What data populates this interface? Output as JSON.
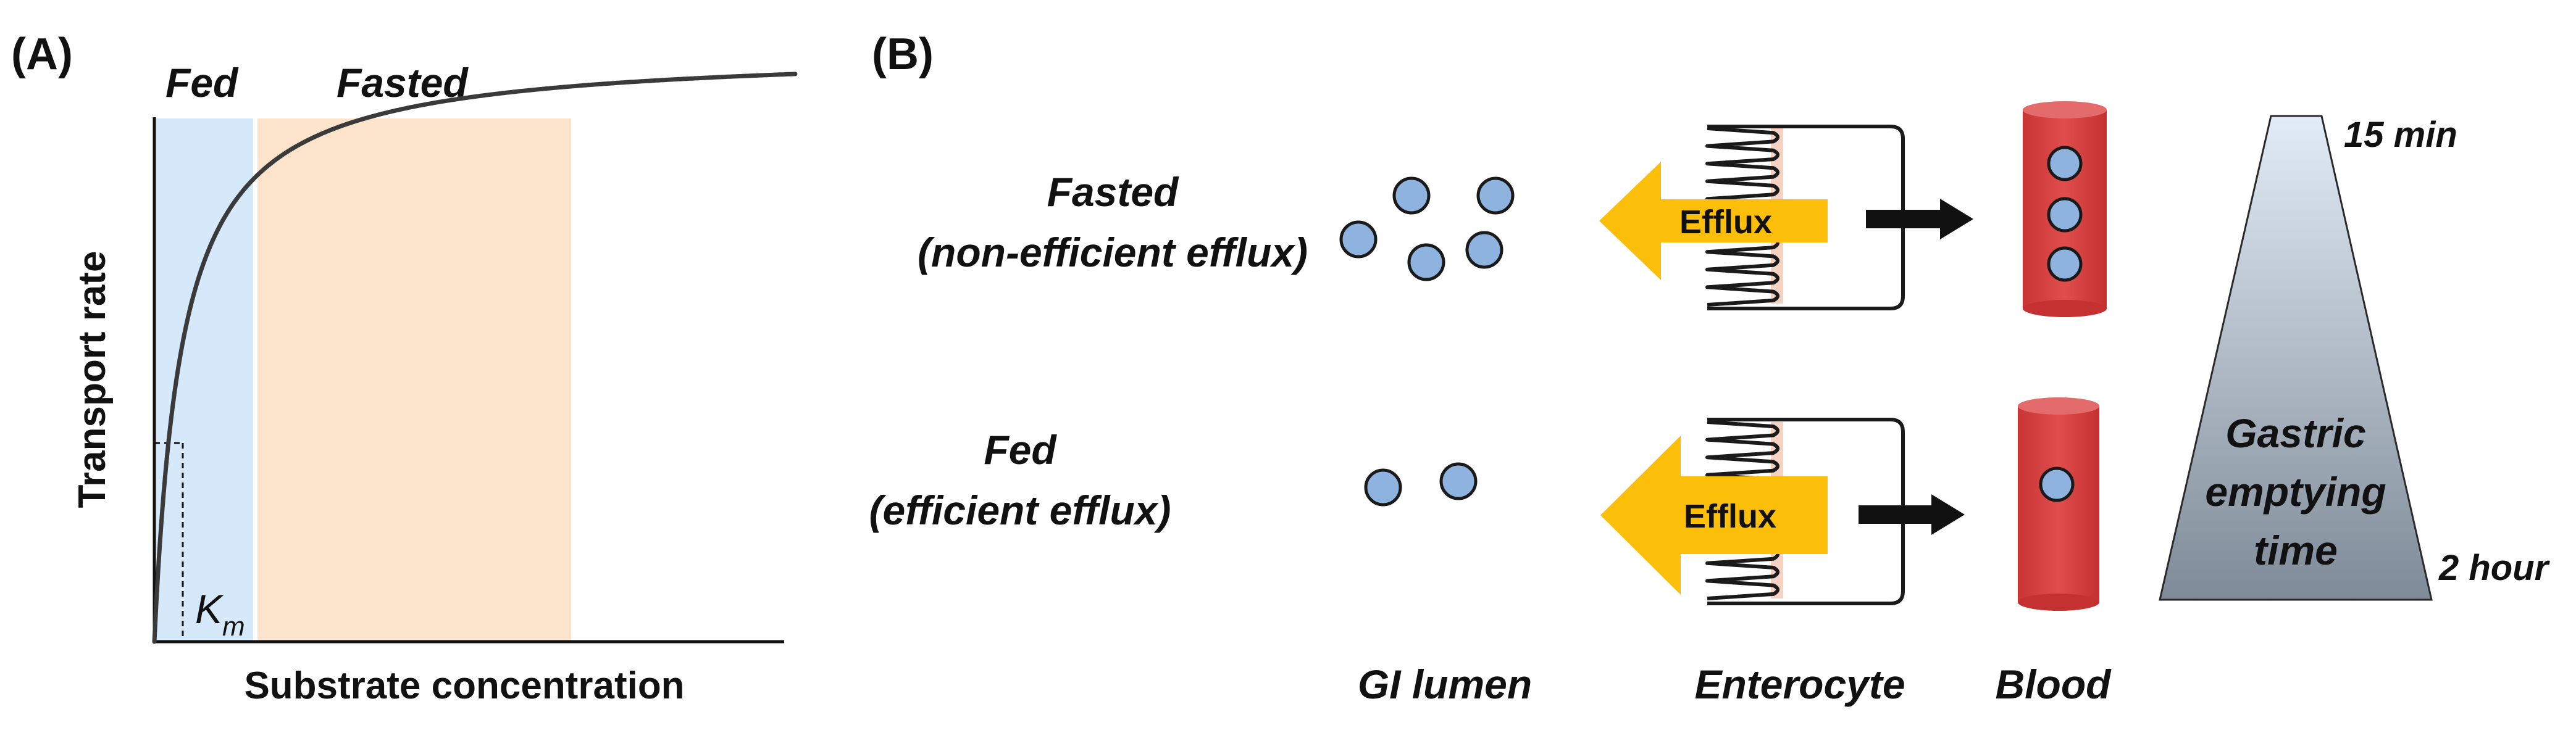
{
  "panel_a": {
    "label": "(A)",
    "region_fed": "Fed",
    "region_fasted": "Fasted",
    "ylabel": "Transport rate",
    "xlabel": "Substrate concentration",
    "km_main": "K",
    "km_sub": "m",
    "colors": {
      "fed": "#d6e9fa",
      "fasted": "#fbe3cc",
      "curve": "#3a3a3a"
    }
  },
  "panel_b": {
    "label": "(B)",
    "row_fasted": {
      "line1": "Fasted",
      "line2": "(non-efficient efflux)"
    },
    "row_fed": {
      "line1": "Fed",
      "line2": "(efficient efflux)"
    },
    "efflux_label": "Efflux",
    "columns": {
      "lumen": "GI lumen",
      "enterocyte": "Enterocyte",
      "blood": "Blood"
    },
    "gastric": {
      "line1": "Gastric",
      "line2": "emptying",
      "line3": "time",
      "top": "15 min",
      "bottom": "2 hour"
    },
    "counts": {
      "fasted_lumen": 5,
      "fasted_blood": 3,
      "fed_lumen": 2,
      "fed_blood": 1
    },
    "colors": {
      "molecule": "#8fb3df",
      "blood": "#d94545",
      "efflux": "#fbbf0a",
      "gastric_top": "#e2ecf6",
      "gastric_bottom": "#7f8a98"
    }
  }
}
